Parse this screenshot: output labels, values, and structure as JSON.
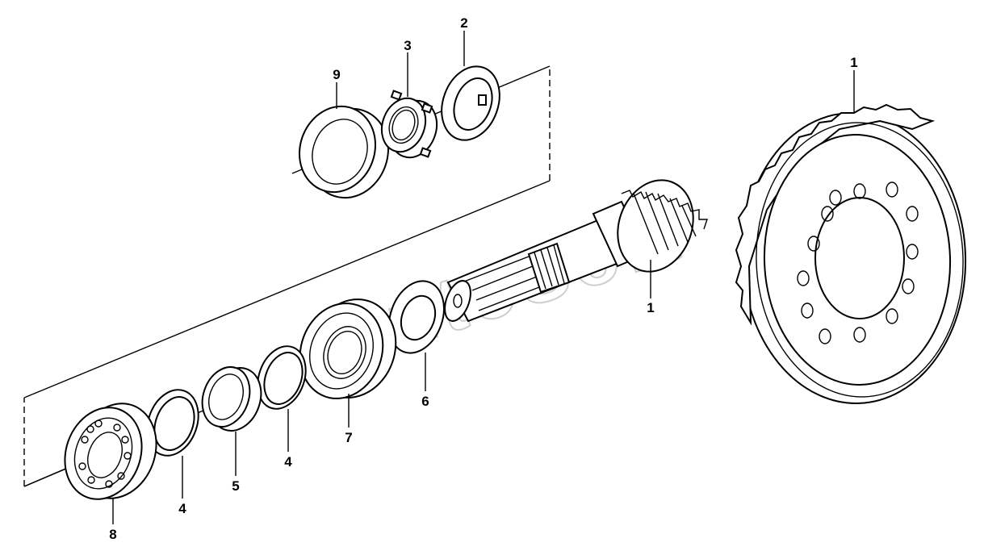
{
  "watermark": "AutoSoft",
  "callouts": {
    "c2": "2",
    "c3": "3",
    "c9": "9",
    "c1_gear": "1",
    "c1_pinion": "1",
    "c6": "6",
    "c7": "7",
    "c4_right": "4",
    "c5": "5",
    "c4_left": "4",
    "c8": "8"
  }
}
